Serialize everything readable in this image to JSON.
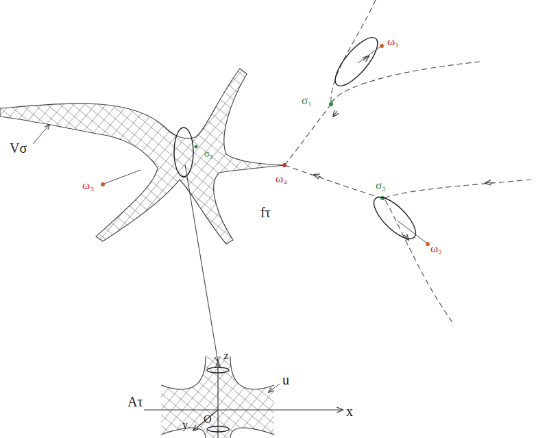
{
  "diagram": {
    "labels": [
      "Vσ",
      "ω₁",
      "σ₁",
      "ω₃",
      "σ₃",
      "ω₄",
      "fτ",
      "σ₂",
      "ω₂",
      "z",
      "u",
      "Aτ",
      "x",
      "O",
      "y"
    ]
  }
}
